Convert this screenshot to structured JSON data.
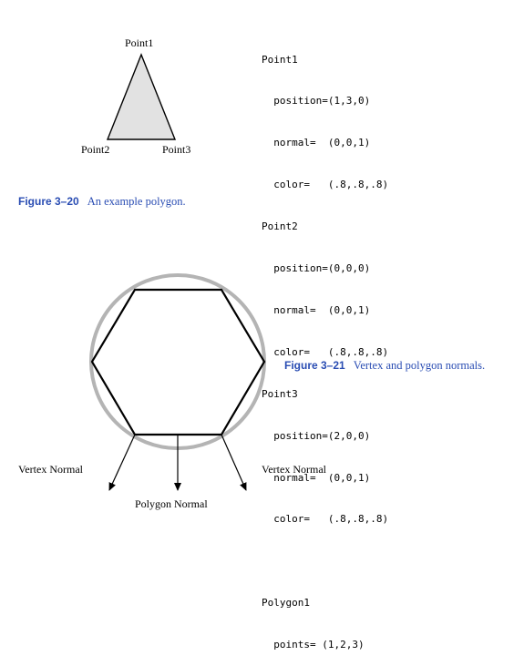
{
  "fig20": {
    "point_labels": {
      "p1": "Point1",
      "p2": "Point2",
      "p3": "Point3"
    },
    "caption_label": "Figure 3–20",
    "caption_text": "An example polygon.",
    "code_lines": [
      "Point1",
      "  position=(1,3,0)",
      "  normal=  (0,0,1)",
      "  color=   (.8,.8,.8)",
      "Point2",
      "  position=(0,0,0)",
      "  normal=  (0,0,1)",
      "  color=   (.8,.8,.8)",
      "Point3",
      "  position=(2,0,0)",
      "  normal=  (0,0,1)",
      "  color=   (.8,.8,.8)",
      "",
      "Polygon1",
      "  points= (1,2,3)"
    ]
  },
  "fig21": {
    "labels": {
      "vertex_left": "Vertex Normal",
      "vertex_right": "Vertex Normal",
      "polygon": "Polygon Normal"
    },
    "caption_label": "Figure 3–21",
    "caption_text": "Vertex and polygon normals."
  },
  "colors": {
    "caption_blue": "#2a4db3",
    "triangle_fill": "#e2e2e2",
    "circle_gray": "#b4b4b4"
  }
}
